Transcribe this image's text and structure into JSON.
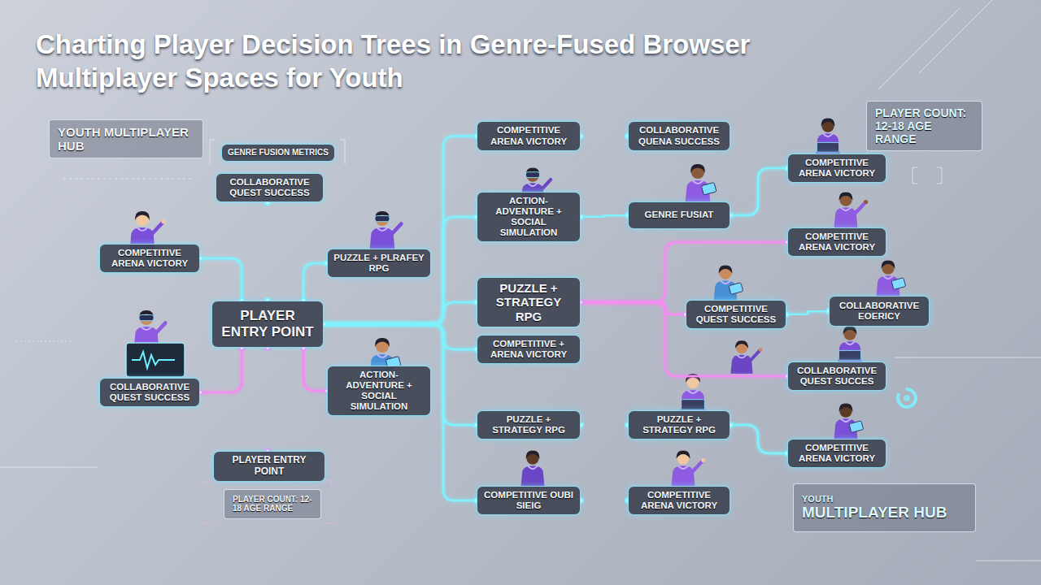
{
  "diagram": {
    "title": "Charting Player Decision Trees in Genre-Fused Browser Multiplayer Spaces for Youth",
    "nodes": [
      {
        "text": [
          "YOUTH MULTIPLAYER HUB"
        ]
      },
      {
        "text": [
          "GENRE FUSION METRICS"
        ]
      },
      {
        "text": [
          "COLLABORATIVE QUEST SUCCESS"
        ]
      },
      {
        "text": [
          "COMPETITIVE ARENA VICTORY"
        ]
      },
      {
        "text": [
          "PLAYER ENTRY POINT"
        ]
      },
      {
        "text": [
          "COLLABORATIVE QUEST SUCCESS"
        ]
      },
      {
        "text": [
          "PLAYER ENTRY POINT"
        ]
      },
      {
        "text": [
          "PLAYER COUNT: 12-18 AGE RANGE"
        ]
      },
      {
        "text": [
          "PUZZLE + PLRAFEY RPG"
        ]
      },
      {
        "text": [
          "ACTION-ADVENTURE + SOCIAL SIMULATION"
        ]
      },
      {
        "text": [
          "COMPETITIVE ARENA VICTORY"
        ]
      },
      {
        "text": [
          "ACTION-ADVENTURE + SOCIAL SIMULATION"
        ]
      },
      {
        "text": [
          "PUZZLE + STRATEGY RPG"
        ]
      },
      {
        "text": [
          "COMPETITIVE + ARENA VICTORY"
        ]
      },
      {
        "text": [
          "PUZZLE + STRATEGY RPG"
        ]
      },
      {
        "text": [
          "COMPETITIVE OUBI SIEIG"
        ]
      },
      {
        "text": [
          "COLLABORATIVE QUENA SUCCESS"
        ]
      },
      {
        "text": [
          "GENRE FUSIAT"
        ]
      },
      {
        "text": [
          "PUZZLE + STRATEGY RPG"
        ]
      },
      {
        "text": [
          "COMPETITIVE ARENA VICTORY"
        ]
      },
      {
        "text": [
          "COMPETITIVE QUEST SUCCESS"
        ]
      },
      {
        "text": [
          "COLLABORATIVE EOERICY"
        ]
      },
      {
        "text": [
          "COMPETITIVE ARENA VICTORY"
        ]
      },
      {
        "text": [
          "COMPETITIVE ARENA VICTORY"
        ]
      },
      {
        "text": [
          "COLLABORATIVE QUEST SUCCES"
        ]
      },
      {
        "text": [
          "COMPETITIVE ARENA VICTORY"
        ]
      },
      {
        "text": [
          "PLAYER COUNT: 12-18 AGE RANGE"
        ]
      },
      {
        "text": [
          "YOUTH",
          "MULTIPLAYER HUB"
        ]
      }
    ],
    "edges": [
      {
        "from": 4,
        "to": 2,
        "arrow": "none"
      },
      {
        "from": 3,
        "to": 4,
        "arrow": "none"
      },
      {
        "from": 5,
        "to": 4,
        "arrow": "none"
      },
      {
        "from": 4,
        "to": 6,
        "arrow": "none"
      },
      {
        "from": 4,
        "to": 8,
        "arrow": "none"
      },
      {
        "from": 4,
        "to": 9,
        "arrow": "none"
      },
      {
        "from": 4,
        "to": 10,
        "arrow": "none"
      },
      {
        "from": 4,
        "to": 11,
        "arrow": "none"
      },
      {
        "from": 4,
        "to": 12,
        "arrow": "none"
      },
      {
        "from": 4,
        "to": 13,
        "arrow": "none"
      },
      {
        "from": 4,
        "to": 14,
        "arrow": "none"
      },
      {
        "from": 4,
        "to": 15,
        "arrow": "none"
      },
      {
        "from": 10,
        "to": 16,
        "arrow": "none"
      },
      {
        "from": 11,
        "to": 17,
        "arrow": "none"
      },
      {
        "from": 17,
        "to": 22,
        "arrow": "none"
      },
      {
        "from": 12,
        "to": 23,
        "arrow": "none"
      },
      {
        "from": 12,
        "to": 20,
        "arrow": "none"
      },
      {
        "from": 12,
        "to": 24,
        "arrow": "none"
      },
      {
        "from": 20,
        "to": 21,
        "arrow": "none"
      },
      {
        "from": 14,
        "to": 18,
        "arrow": "none"
      },
      {
        "from": 18,
        "to": 25,
        "arrow": "none"
      },
      {
        "from": 15,
        "to": 19,
        "arrow": "none"
      }
    ]
  }
}
